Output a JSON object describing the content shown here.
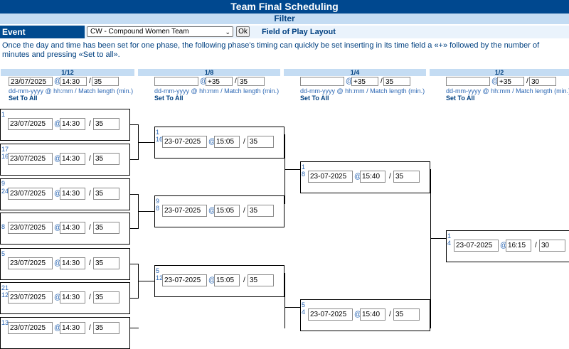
{
  "header": {
    "title": "Team Final Scheduling",
    "subtitle": "Filter"
  },
  "event": {
    "label": "Event",
    "selected": "CW - Compound Women Team",
    "ok_label": "Ok",
    "fop_link": "Field of Play Layout"
  },
  "instructions": "Once the day and time has been set for one phase, the following phase's timing can quickly be set inserting in its time field a «+» followed by the number of minutes and pressing «Set to all».",
  "phases": [
    {
      "label": "1/12",
      "date": "23/07/2025",
      "time": "14:30",
      "length": "35",
      "hint": "dd-mm-yyyy @ hh:mm / Match length (min.)",
      "set_all": "Set To All"
    },
    {
      "label": "1/8",
      "date": "",
      "time": "+35",
      "length": "35",
      "hint": "dd-mm-yyyy @ hh:mm / Match length (min.)",
      "set_all": "Set To All"
    },
    {
      "label": "1/4",
      "date": "",
      "time": "+35",
      "length": "35",
      "hint": "dd-mm-yyyy @ hh:mm / Match length (min.)",
      "set_all": "Set To All"
    },
    {
      "label": "1/2",
      "date": "",
      "time": "+35",
      "length": "30",
      "hint": "dd-mm-yyyy @ hh:mm / Match length (min.)",
      "set_all": "Set To All"
    }
  ],
  "matches": {
    "r12": [
      {
        "seed_top": "1",
        "seed_bottom": "",
        "date": "23/07/2025",
        "time": "14:30",
        "length": "35"
      },
      {
        "seed_top": "17",
        "seed_bottom": "16",
        "date": "23/07/2025",
        "time": "14:30",
        "length": "35"
      },
      {
        "seed_top": "9",
        "seed_bottom": "24",
        "date": "23/07/2025",
        "time": "14:30",
        "length": "35"
      },
      {
        "seed_top": "",
        "seed_bottom": "8",
        "date": "23/07/2025",
        "time": "14:30",
        "length": "35"
      },
      {
        "seed_top": "5",
        "seed_bottom": "",
        "date": "23/07/2025",
        "time": "14:30",
        "length": "35"
      },
      {
        "seed_top": "21",
        "seed_bottom": "12",
        "date": "23/07/2025",
        "time": "14:30",
        "length": "35"
      },
      {
        "seed_top": "13",
        "seed_bottom": "",
        "date": "23/07/2025",
        "time": "14:30",
        "length": "35"
      }
    ],
    "r8": [
      {
        "seed_top": "1",
        "seed_bottom": "16",
        "date": "23-07-2025",
        "time": "15:05",
        "length": "35"
      },
      {
        "seed_top": "9",
        "seed_bottom": "8",
        "date": "23-07-2025",
        "time": "15:05",
        "length": "35"
      },
      {
        "seed_top": "5",
        "seed_bottom": "12",
        "date": "23-07-2025",
        "time": "15:05",
        "length": "35"
      }
    ],
    "r4": [
      {
        "seed_top": "1",
        "seed_bottom": "8",
        "date": "23-07-2025",
        "time": "15:40",
        "length": "35"
      },
      {
        "seed_top": "5",
        "seed_bottom": "4",
        "date": "23-07-2025",
        "time": "15:40",
        "length": "35"
      }
    ],
    "r2": [
      {
        "seed_top": "1",
        "seed_bottom": "4",
        "date": "23-07-2025",
        "time": "16:15",
        "length": "30"
      }
    ]
  }
}
